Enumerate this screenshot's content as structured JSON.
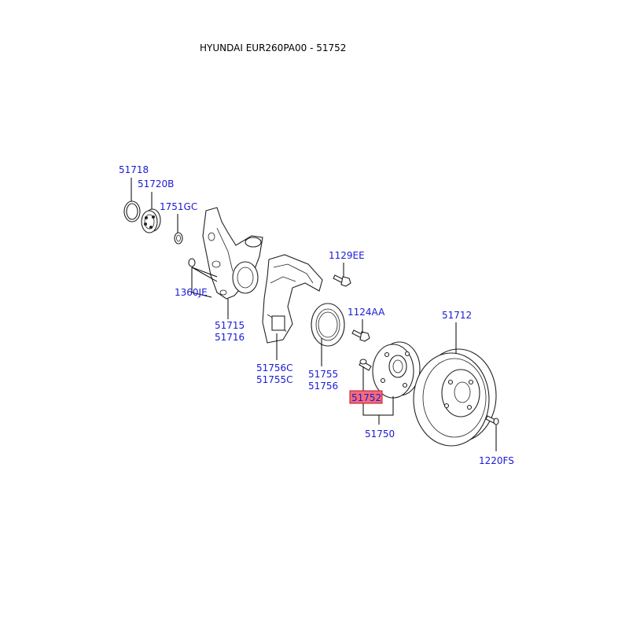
{
  "title": "HYUNDAI EUR260PA00 - 51752",
  "highlight_color": "#f26b7a",
  "label_color": "#1a1ad6",
  "parts": {
    "p51718": "51718",
    "p51720B": "51720B",
    "p1751GC": "1751GC",
    "p1360JE": "1360JE",
    "p51715": "51715",
    "p51716": "51716",
    "p1129EE": "1129EE",
    "p1124AA": "1124AA",
    "p51756C": "51756C",
    "p51755C": "51755C",
    "p51755": "51755",
    "p51756": "51756",
    "p51752": "51752",
    "p51750": "51750",
    "p51712": "51712",
    "p1220FS": "1220FS"
  }
}
